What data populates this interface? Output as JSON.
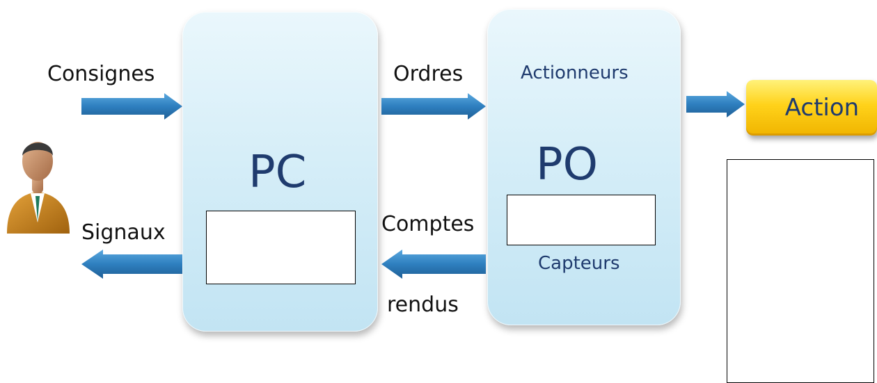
{
  "labels": {
    "consignes": "Consignes",
    "signaux": "Signaux",
    "ordres": "Ordres",
    "comptes": "Comptes",
    "rendus": "rendus",
    "actionneurs": "Actionneurs",
    "capteurs": "Capteurs",
    "action": "Action"
  },
  "blocks": {
    "pc": "PC",
    "po": "PO"
  },
  "icons": {
    "user": "user-icon",
    "arrow": "arrow-icon"
  },
  "colors": {
    "arrow": "#2e7fbf",
    "block_text": "#1f3b6e",
    "block_fill": "#d6eef8",
    "action_fill": "#ffd21a"
  }
}
